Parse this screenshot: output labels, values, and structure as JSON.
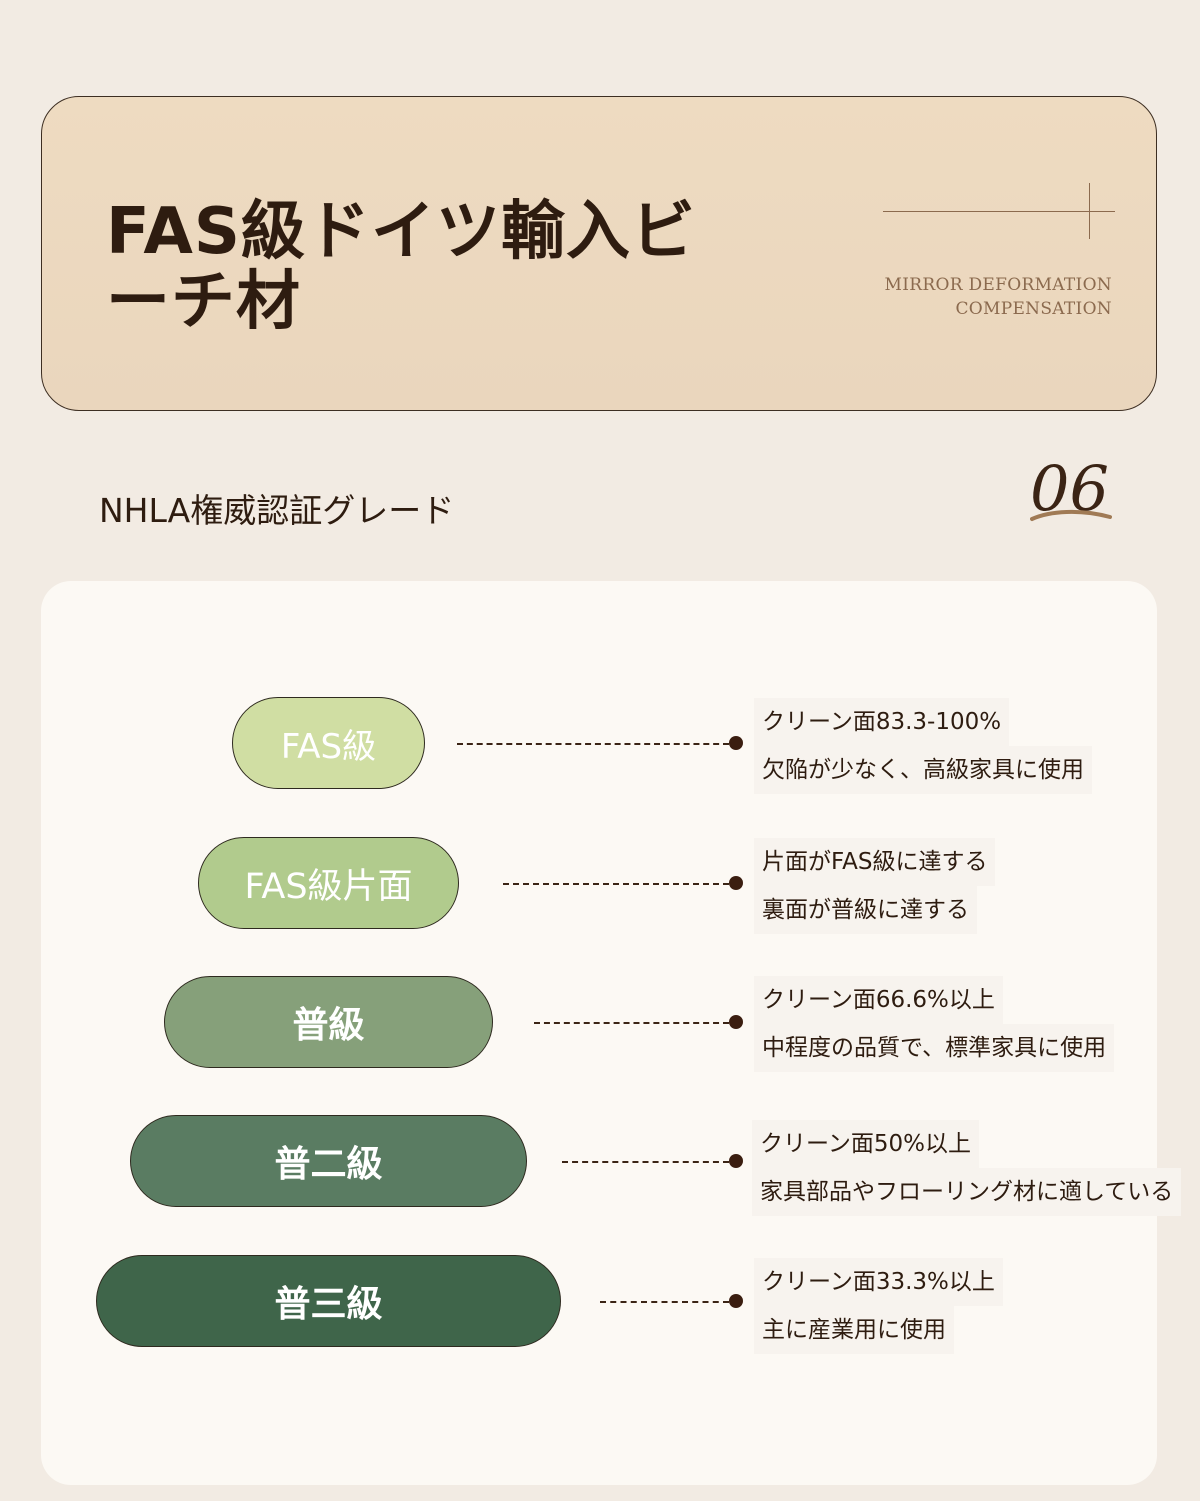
{
  "header": {
    "title": "FAS級ドイツ輸入ビーチ材",
    "subtitle_line1": "MIRROR DEFORMATION",
    "subtitle_line2": "COMPENSATION"
  },
  "section": {
    "label": "NHLA権威認証グレード",
    "number": "06"
  },
  "grades": [
    {
      "name": "FAS級",
      "color": "#d0dea3",
      "text_color": "#ffffff",
      "line1": "クリーン面83.3-100%",
      "line2": "欠陥が少なく、高級家具に使用"
    },
    {
      "name": "FAS級片面",
      "color": "#b1cb8d",
      "text_color": "#ffffff",
      "line1": "片面がFAS級に達する",
      "line2": "裏面が普級に達する"
    },
    {
      "name": "普級",
      "color": "#86a07a",
      "text_color": "#ffffff",
      "line1": "クリーン面66.6%以上",
      "line2": "中程度の品質で、標準家具に使用"
    },
    {
      "name": "普二級",
      "color": "#5a7c62",
      "text_color": "#ffffff",
      "line1": "クリーン面50%以上",
      "line2": "家具部品やフローリング材に適している"
    },
    {
      "name": "普三級",
      "color": "#3f654a",
      "text_color": "#ffffff",
      "line1": "クリーン面33.3%以上",
      "line2": "主に産業用に使用"
    }
  ]
}
